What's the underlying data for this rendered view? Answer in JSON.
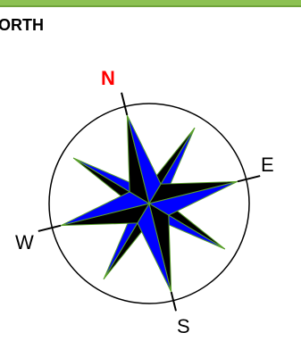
{
  "header": {
    "text": "ORTH"
  },
  "compass": {
    "labels": {
      "north": "N",
      "east": "E",
      "south": "S",
      "west": "W"
    },
    "colors": {
      "north_label": "#ff0000",
      "other_labels": "#000000",
      "star_fill_primary": "#0000ff",
      "star_fill_secondary": "#000000",
      "star_outline": "#5aa02c",
      "circle_stroke": "#000000",
      "header_bar": "#8cc152"
    },
    "rotation_degrees": -14
  }
}
